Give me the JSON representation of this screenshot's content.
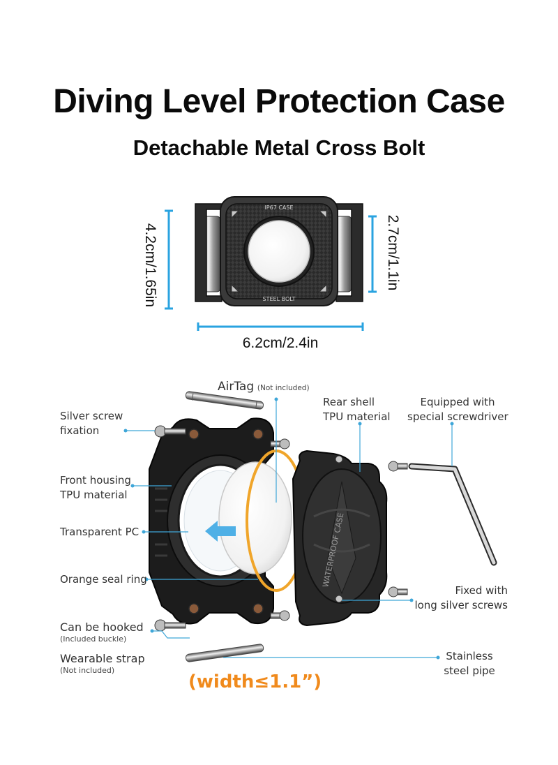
{
  "header": {
    "title": "Diving Level Protection Case",
    "subtitle": "Detachable Metal Cross Bolt"
  },
  "dimensions": {
    "height_outer": "4.2cm/1.65in",
    "height_inner": "2.7cm/1.1in",
    "width": "6.2cm/2.4in"
  },
  "product_markings": {
    "top_text": "IP67 CASE",
    "bottom_text": "STEEL BOLT",
    "shell_text": "WATERPROOF CASE"
  },
  "labels": {
    "airtag": "AirTag",
    "airtag_note": "(Not included)",
    "silver_screw_line1": "Silver screw",
    "silver_screw_line2": "fixation",
    "rear_shell_line1": "Rear shell",
    "rear_shell_line2": "TPU material",
    "screwdriver_line1": "Equipped with",
    "screwdriver_line2": "special screwdriver",
    "front_housing_line1": "Front housing",
    "front_housing_line2": "TPU material",
    "transparent_pc": "Transparent PC",
    "orange_seal": "Orange seal ring",
    "fixed_line1": "Fixed with",
    "fixed_line2": "long silver screws",
    "hooked": "Can be hooked",
    "hooked_note": "(Included buckle)",
    "strap": "Wearable strap",
    "strap_note": "(Not included)",
    "pipe_line1": "Stainless",
    "pipe_line2": "steel pipe",
    "width_note": "(width≤1.1”)"
  },
  "colors": {
    "accent_blue": "#29a3e0",
    "leader_blue": "#3ea6d8",
    "orange": "#f08a1c",
    "case_black": "#1c1c1c"
  }
}
